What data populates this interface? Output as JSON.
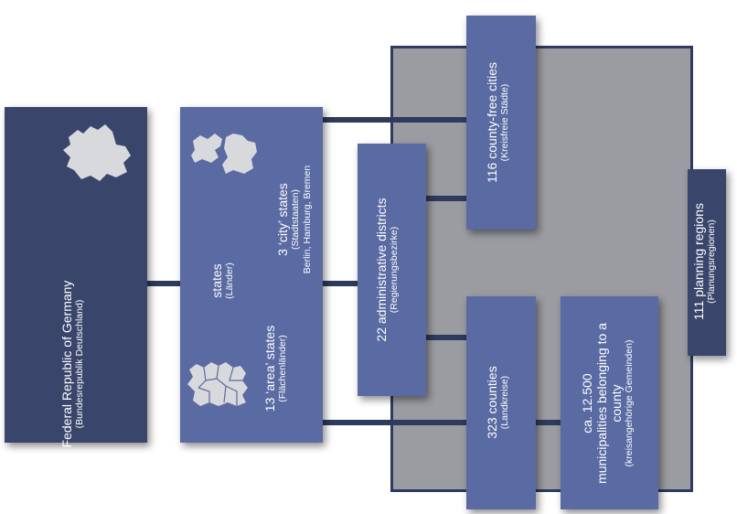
{
  "diagram": {
    "federal": {
      "title": "Federal Republic of Germany",
      "subtitle": "(Bundesrepublik Deutschland)"
    },
    "states": {
      "title": "states",
      "subtitle": "(Länder)"
    },
    "city_states": {
      "title": "3 ‘city’ states",
      "subtitle": "(Stadtstaaten)",
      "cities": "Berlin, Hamburg, Bremen"
    },
    "area_states": {
      "title": "13 ‘area’ states",
      "subtitle": "(Flächenländer)"
    },
    "admin_districts": {
      "title": "22 administrative districts",
      "subtitle": "(Regierungsbezirke)"
    },
    "county_free_cities": {
      "title": "116 county-free cities",
      "subtitle": "(Kreisfreie Städte)"
    },
    "counties": {
      "title": "323 counties",
      "subtitle": "(Landkreise)"
    },
    "municipalities": {
      "title_line1": "ca. 12.500",
      "title_line2": "municipalities belonging to a",
      "title_line3": "county",
      "subtitle": "(kreisangehörige Gemeinden)"
    },
    "planning_regions": {
      "title": "111 planning regions",
      "subtitle": "(Planungsregionen)"
    }
  },
  "colors": {
    "dark_box": "#39456b",
    "mid_box": "#5a6aa2",
    "gray_area": "#9b9ca1",
    "connector": "#2e3a5e",
    "map_fill": "#d8d9dc"
  }
}
